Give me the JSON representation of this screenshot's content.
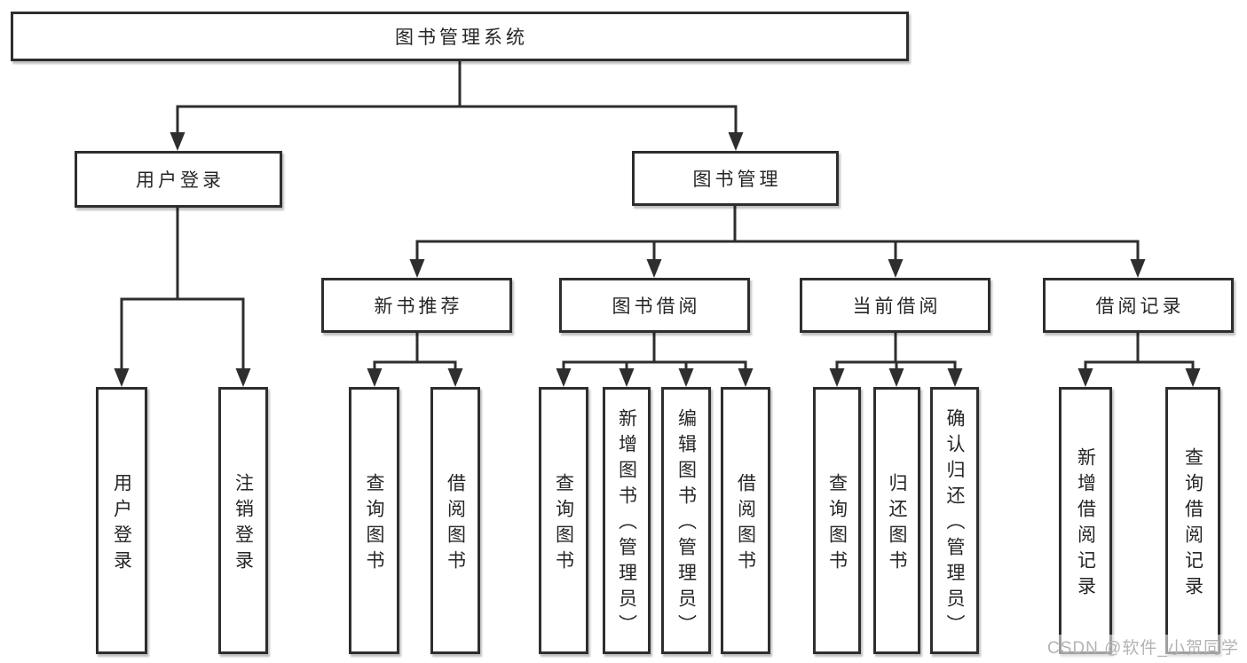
{
  "tree": {
    "label": "图书管理系统",
    "children": [
      {
        "label": "用户登录",
        "children": [
          {
            "label": "用户登录"
          },
          {
            "label": "注销登录"
          }
        ]
      },
      {
        "label": "图书管理",
        "children": [
          {
            "label": "新书推荐",
            "children": [
              {
                "label": "查询图书"
              },
              {
                "label": "借阅图书"
              }
            ]
          },
          {
            "label": "图书借阅",
            "children": [
              {
                "label": "查询图书"
              },
              {
                "label": "新增图书（管理员）"
              },
              {
                "label": "编辑图书（管理员）"
              },
              {
                "label": "借阅图书"
              }
            ]
          },
          {
            "label": "当前借阅",
            "children": [
              {
                "label": "查询图书"
              },
              {
                "label": "归还图书"
              },
              {
                "label": "确认归还（管理员）"
              }
            ]
          },
          {
            "label": "借阅记录",
            "children": [
              {
                "label": "新增借阅记录"
              },
              {
                "label": "查询借阅记录"
              }
            ]
          }
        ]
      }
    ]
  },
  "watermark": {
    "text": "CSDN @软件_小贺同学"
  },
  "colors": {
    "line": "#2e2e2e",
    "box_border": "#2e2e2e",
    "box_fill": "#ffffff",
    "text": "#262626",
    "watermark": "#b3b3b3"
  }
}
